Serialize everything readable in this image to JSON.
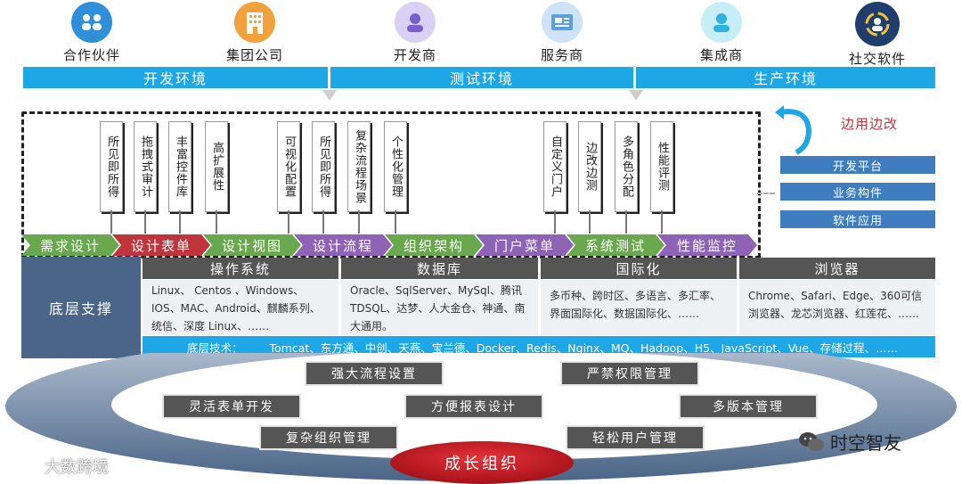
{
  "partners": [
    {
      "label": "合作伙伴",
      "icon": "partners-icon",
      "color": "#2f8fd8"
    },
    {
      "label": "集团公司",
      "icon": "building-icon",
      "color": "#f3a13b"
    },
    {
      "label": "开发商",
      "icon": "developer-icon",
      "color": "#b9a9e6"
    },
    {
      "label": "服务商",
      "icon": "service-icon",
      "color": "#9cc7f0"
    },
    {
      "label": "集成商",
      "icon": "integrator-icon",
      "color": "#8fd9f2"
    },
    {
      "label": "社交软件",
      "icon": "social-icon",
      "color": "#1f3e6d"
    }
  ],
  "environments": [
    "开发环境",
    "测试环境",
    "生产环境"
  ],
  "feature_tags": [
    "所见即所得",
    "拖拽式审计",
    "丰富控件库",
    "高扩展性",
    "可视化配置",
    "所见即所得",
    "复杂流程场景",
    "个性化管理",
    "自定义门户",
    "边改边测",
    "多角色分配",
    "性能评测"
  ],
  "right_panel": {
    "title": "边用边改",
    "items": [
      "开发平台",
      "业务构件",
      "软件应用"
    ]
  },
  "process_steps": [
    {
      "label": "需求设计",
      "color": "#6aa84f"
    },
    {
      "label": "设计表单",
      "color": "#c0343c"
    },
    {
      "label": "设计视图",
      "color": "#6aa84f"
    },
    {
      "label": "设计流程",
      "color": "#8e62b4"
    },
    {
      "label": "组织架构",
      "color": "#6aa84f"
    },
    {
      "label": "门户菜单",
      "color": "#8e62b4"
    },
    {
      "label": "系统测试",
      "color": "#6aa84f"
    },
    {
      "label": "性能监控",
      "color": "#8e62b4"
    }
  ],
  "support": {
    "title": "底层支撑",
    "columns": [
      {
        "head": "操作系统",
        "body": "Linux、 Centos 、Windows、IOS、MAC、Android、麒麟系列、统信、深度 Linux、……"
      },
      {
        "head": "数据库",
        "body": "Oracle、SqlServer、MySql、腾讯 TDSQL、达梦、人大金仓、神通、南大通用。"
      },
      {
        "head": "国际化",
        "body": "多币种、跨时区、多语言、多汇率、界面国际化、数据国际化、……"
      },
      {
        "head": "浏览器",
        "body": "Chrome、Safari、Edge、360可信浏览器、龙芯浏览器、红莲花、……"
      }
    ],
    "tech_label": "底层技术：",
    "tech_items": "Tomcat、东方通、中创、天燕、宝兰德、Docker、Redis、Nginx、MQ、Hadoop、H5、JavaScript、Vue、存储过程、……"
  },
  "capabilities": [
    "强大流程设置",
    "严禁权限管理",
    "灵活表单开发",
    "方便报表设计",
    "多版本管理",
    "复杂组织管理",
    "轻松用户管理"
  ],
  "core": "成长组织",
  "watermark_left": "大数跨境",
  "watermark_right": "时空智友"
}
